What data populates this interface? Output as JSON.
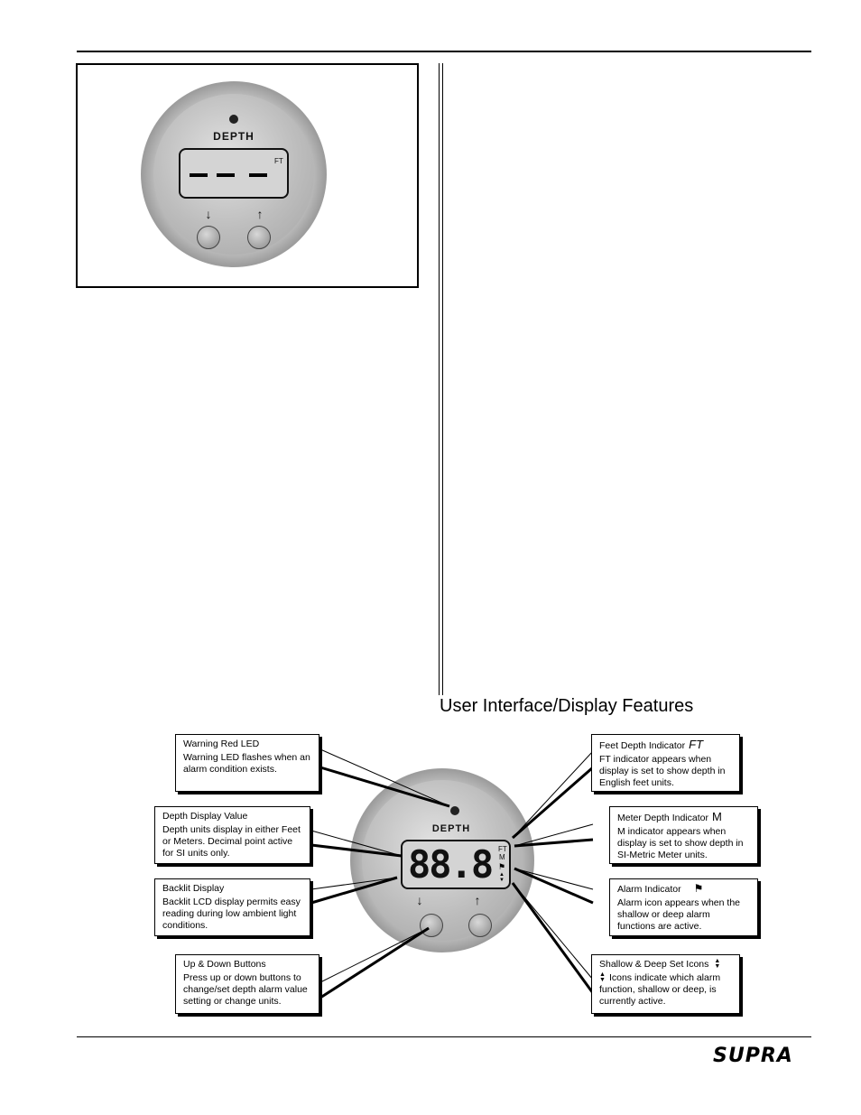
{
  "figure_top": {
    "gauge_label": "DEPTH",
    "unit": "FT",
    "readout": "- - -"
  },
  "section": {
    "title": "User Interface/Display Features"
  },
  "diagram": {
    "gauge_label": "DEPTH",
    "readout": "88.8",
    "unit_ft": "FT",
    "unit_m": "M"
  },
  "callouts": {
    "warning_led": {
      "title": "Warning Red LED",
      "text": "Warning LED flashes when an alarm condition exists."
    },
    "depth_value": {
      "title": "Depth Display Value",
      "text": "Depth units display in either Feet or Meters.  Decimal point active for SI units only."
    },
    "backlit": {
      "title": "Backlit Display",
      "text": "Backlit LCD display permits easy reading during low ambient light conditions."
    },
    "buttons": {
      "title": "Up & Down Buttons",
      "text": "Press up or down buttons to change/set depth alarm value setting or change units."
    },
    "feet_indicator": {
      "title": "Feet Depth Indicator",
      "symbol": "FT",
      "text": "FT indicator appears when display is set to show depth in English feet units."
    },
    "meter_indicator": {
      "title": "Meter Depth Indicator",
      "symbol": "M",
      "text": "M indicator appears when display is set to show depth in SI-Metric Meter units."
    },
    "alarm_indicator": {
      "title": "Alarm Indicator",
      "text": "Alarm icon appears when the shallow or deep alarm functions are active."
    },
    "shallow_deep": {
      "title": "Shallow & Deep Set Icons",
      "text": "Icons indicate which alarm function, shallow or deep, is currently active."
    }
  },
  "footer": {
    "brand": "SUPRA"
  }
}
